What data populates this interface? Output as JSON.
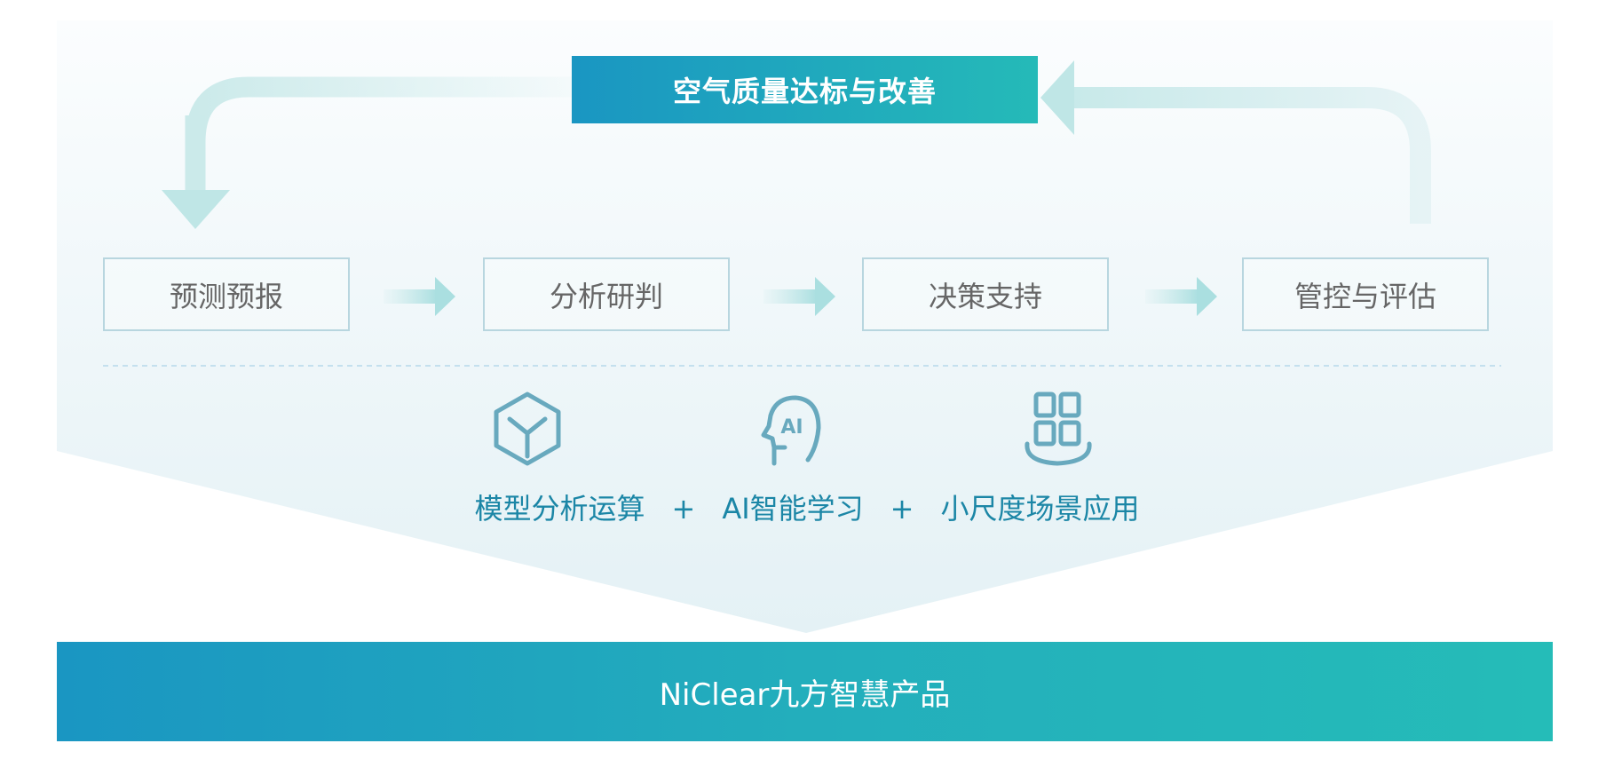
{
  "goal": {
    "label": "空气质量达标与改善"
  },
  "steps": [
    {
      "label": "预测预报"
    },
    {
      "label": "分析研判"
    },
    {
      "label": "决策支持"
    },
    {
      "label": "管控与评估"
    }
  ],
  "capabilities": [
    {
      "label": "模型分析运算",
      "icon": "cube-icon"
    },
    {
      "label": "AI智能学习",
      "icon": "ai-head-icon"
    },
    {
      "label": "小尺度场景应用",
      "icon": "grid-apps-icon"
    }
  ],
  "plus": "+",
  "product": {
    "label": "NiClear九方智慧产品"
  },
  "colors": {
    "gradient_start": "#1a96c2",
    "gradient_end": "#25bab8",
    "icon": "#68a9be",
    "text_accent": "#1b86a6"
  }
}
